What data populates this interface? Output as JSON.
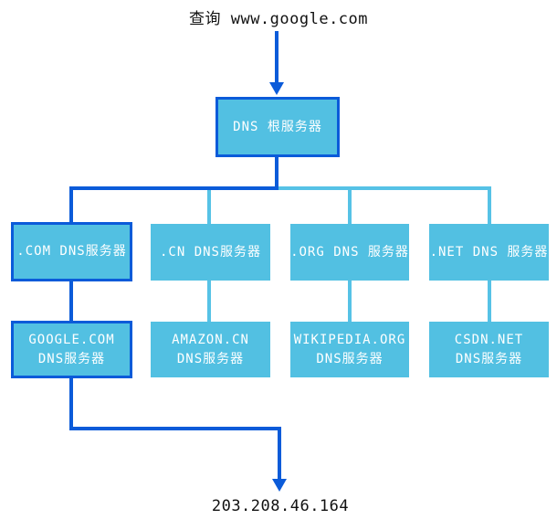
{
  "diagram": {
    "query_label": "查询 www.google.com",
    "result_ip": "203.208.46.164",
    "root_server": {
      "label": "DNS 根服务器"
    },
    "tld_servers": [
      {
        "label": ".COM DNS服务器",
        "highlighted": true
      },
      {
        "label": ".CN DNS服务器",
        "highlighted": false
      },
      {
        "label": ".ORG DNS 服务器",
        "highlighted": false
      },
      {
        "label": ".NET DNS 服务器",
        "highlighted": false
      }
    ],
    "authoritative_servers": [
      {
        "line1": "GOOGLE.COM",
        "line2": "DNS服务器",
        "highlighted": true
      },
      {
        "line1": "AMAZON.CN",
        "line2": "DNS服务器",
        "highlighted": false
      },
      {
        "line1": "WIKIPEDIA.ORG",
        "line2": "DNS服务器",
        "highlighted": false
      },
      {
        "line1": "CSDN.NET",
        "line2": "DNS服务器",
        "highlighted": false
      }
    ],
    "colors": {
      "path_blue": "#0b5bd9",
      "node_cyan": "#52c0e2",
      "connector_cyan": "#56c2e6",
      "text_white": "#ffffff",
      "label_ink": "#111111"
    }
  }
}
